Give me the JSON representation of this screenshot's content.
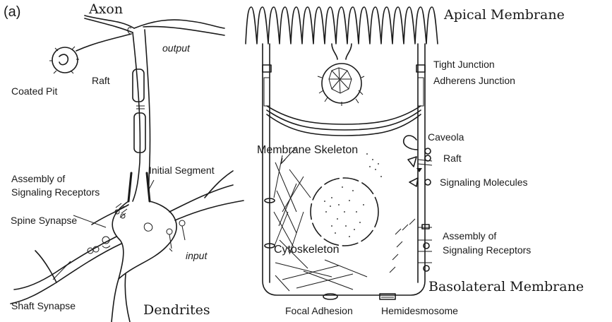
{
  "panel_label": "(a)",
  "neuron": {
    "axon": "Axon",
    "output": "output",
    "coated_pit": "Coated Pit",
    "raft": "Raft",
    "initial_segment": "Initial Segment",
    "assembly_line1": "Assembly of",
    "assembly_line2": "Signaling Receptors",
    "spine_synapse": "Spine Synapse",
    "input": "input",
    "shaft_synapse": "Shaft Synapse",
    "dendrites": "Dendrites"
  },
  "epithelial": {
    "apical_membrane": "Apical Membrane",
    "tight_junction": "Tight Junction",
    "adherens_junction": "Adherens Junction",
    "membrane_skeleton": "Membrane Skeleton",
    "caveola": "Caveola",
    "raft": "Raft",
    "signaling_molecules": "Signaling Molecules",
    "cytoskeleton": "Cytoskeleton",
    "assembly_line1": "Assembly of",
    "assembly_line2": "Signaling Receptors",
    "basolateral_membrane": "Basolateral Membrane",
    "focal_adhesion": "Focal Adhesion",
    "hemidesmosome": "Hemidesmosome"
  }
}
